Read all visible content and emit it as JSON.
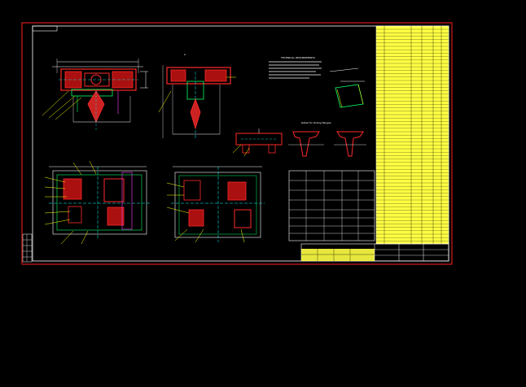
{
  "drawing": {
    "top_left_label": "",
    "technical_notes_title": "TECHNICAL REQUIREMENTS",
    "view_label_top": "A",
    "section_label": "Detail for sliding flanges",
    "colors": {
      "border": "#ff2020",
      "frame": "#ffffff",
      "part": "#ff2a2a",
      "center": "#00ffff",
      "dim": "#ffffff",
      "leader": "#ffff00",
      "green": "#00ff66",
      "magenta": "#ff44ff",
      "bom_fill": "#ffff44",
      "bom_text": "#222200",
      "background": "#000000"
    }
  }
}
